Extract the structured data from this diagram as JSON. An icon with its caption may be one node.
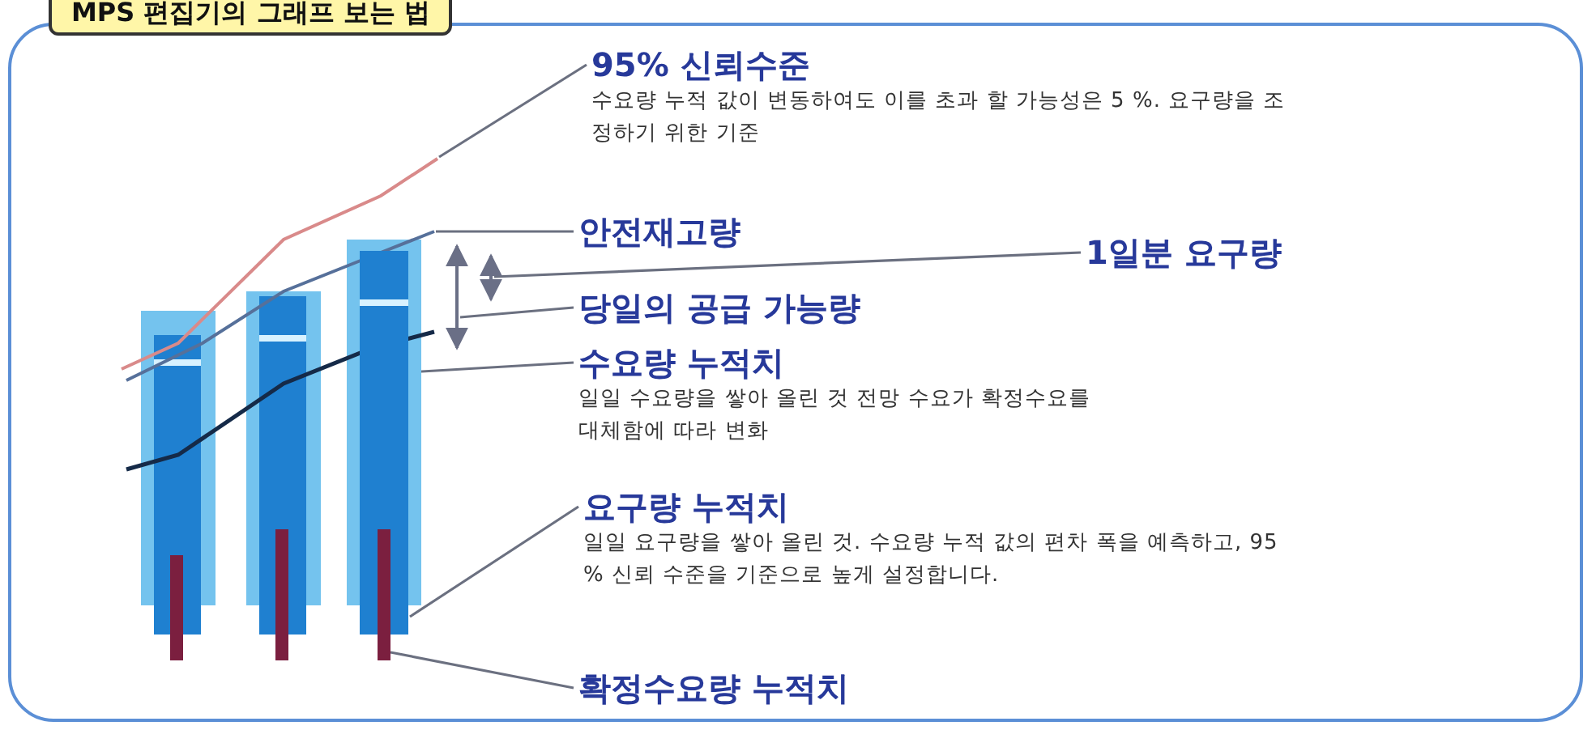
{
  "diagram": {
    "title": "MPS 편집기의 그래프 보는 법",
    "nodes": [
      {
        "text": [
          "95% 신뢰수준",
          "수요량 누적 값이 변동하여도 이를 초과 할 가능성은 5 %. 요구량을 조정하기 위한 기준"
        ]
      },
      {
        "text": [
          "안전재고량"
        ]
      },
      {
        "text": [
          "1일분 요구량"
        ]
      },
      {
        "text": [
          "당일의 공급 가능량"
        ]
      },
      {
        "text": [
          "수요량 누적치",
          "일일 수요량을 쌓아 올린 것 전망 수요가 확정수요를 대체함에 따라 변화"
        ]
      },
      {
        "text": [
          "요구량 누적치",
          "일일 요구량을 쌓아 올린 것. 수요량 누적 값의 편차 폭을 예측하고, 95 % 신뢰 수준을 기준으로 높게 설정합니다."
        ]
      },
      {
        "text": [
          "확정수요량 누적치"
        ]
      },
      {
        "text": [],
        "shape": "line"
      },
      {
        "text": [],
        "shape": "line"
      },
      {
        "text": [],
        "shape": "line"
      },
      {
        "text": [],
        "shape": "line"
      },
      {
        "text": [],
        "shape": "line"
      },
      {
        "text": [],
        "shape": "bar"
      },
      {
        "text": [],
        "shape": "bar"
      }
    ],
    "edges": [
      {
        "from": 0,
        "to": 7,
        "arrow": "none"
      },
      {
        "from": 1,
        "to": 8,
        "arrow": "none"
      },
      {
        "from": 2,
        "to": 9,
        "arrow": "none"
      },
      {
        "from": 3,
        "to": 10,
        "arrow": "none"
      },
      {
        "from": 4,
        "to": 12,
        "arrow": "none"
      },
      {
        "from": 5,
        "to": 12,
        "arrow": "none"
      },
      {
        "from": 6,
        "to": 13,
        "arrow": "none"
      }
    ]
  }
}
